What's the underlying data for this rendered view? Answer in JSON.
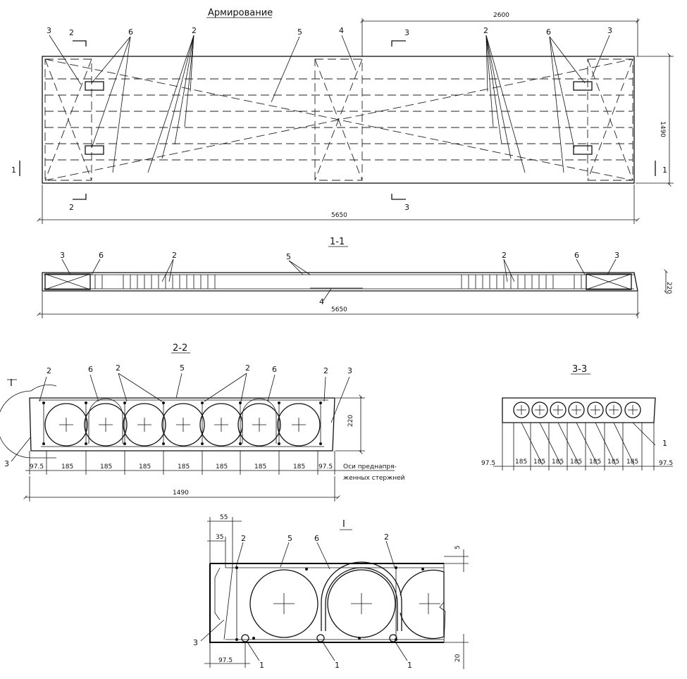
{
  "plan": {
    "title": "Армирование",
    "dim_total": "5650",
    "dim_half": "2600",
    "dim_width": "1490",
    "marks": [
      "3",
      "6",
      "2",
      "5",
      "4",
      "2",
      "6",
      "3"
    ],
    "sec1": "1",
    "sec2": "2",
    "sec3": "3"
  },
  "section11": {
    "title": "1-1",
    "dim_total": "5650",
    "dim_height": "220",
    "marks": [
      "3",
      "6",
      "2",
      "5",
      "2",
      "6",
      "3"
    ],
    "mark4": "4"
  },
  "section22": {
    "title": "2-2",
    "mark_node": "I",
    "dims": [
      "97.5",
      "185",
      "185",
      "185",
      "185",
      "185",
      "185",
      "185",
      "97.5"
    ],
    "dim_total": "1490",
    "dim_height": "220",
    "axes_note_line1": "Оси преднапря-",
    "axes_note_line2": "женных стержней",
    "marks": [
      "2",
      "6",
      "2",
      "5",
      "2",
      "6",
      "2",
      "3"
    ],
    "mark3b": "3"
  },
  "section33": {
    "title": "3-3",
    "dims": [
      "97.5",
      "185",
      "185",
      "185",
      "185",
      "185",
      "185",
      "185",
      "97.5"
    ],
    "mark": "1"
  },
  "detail": {
    "title": "I",
    "dim55": "55",
    "dim35": "35",
    "dim975": "97.5",
    "dim5": "5",
    "dim20": "20",
    "marks": [
      "2",
      "5",
      "6",
      "2"
    ],
    "mark3": "3",
    "mark1a": "1",
    "mark1b": "1",
    "mark1c": "1"
  }
}
